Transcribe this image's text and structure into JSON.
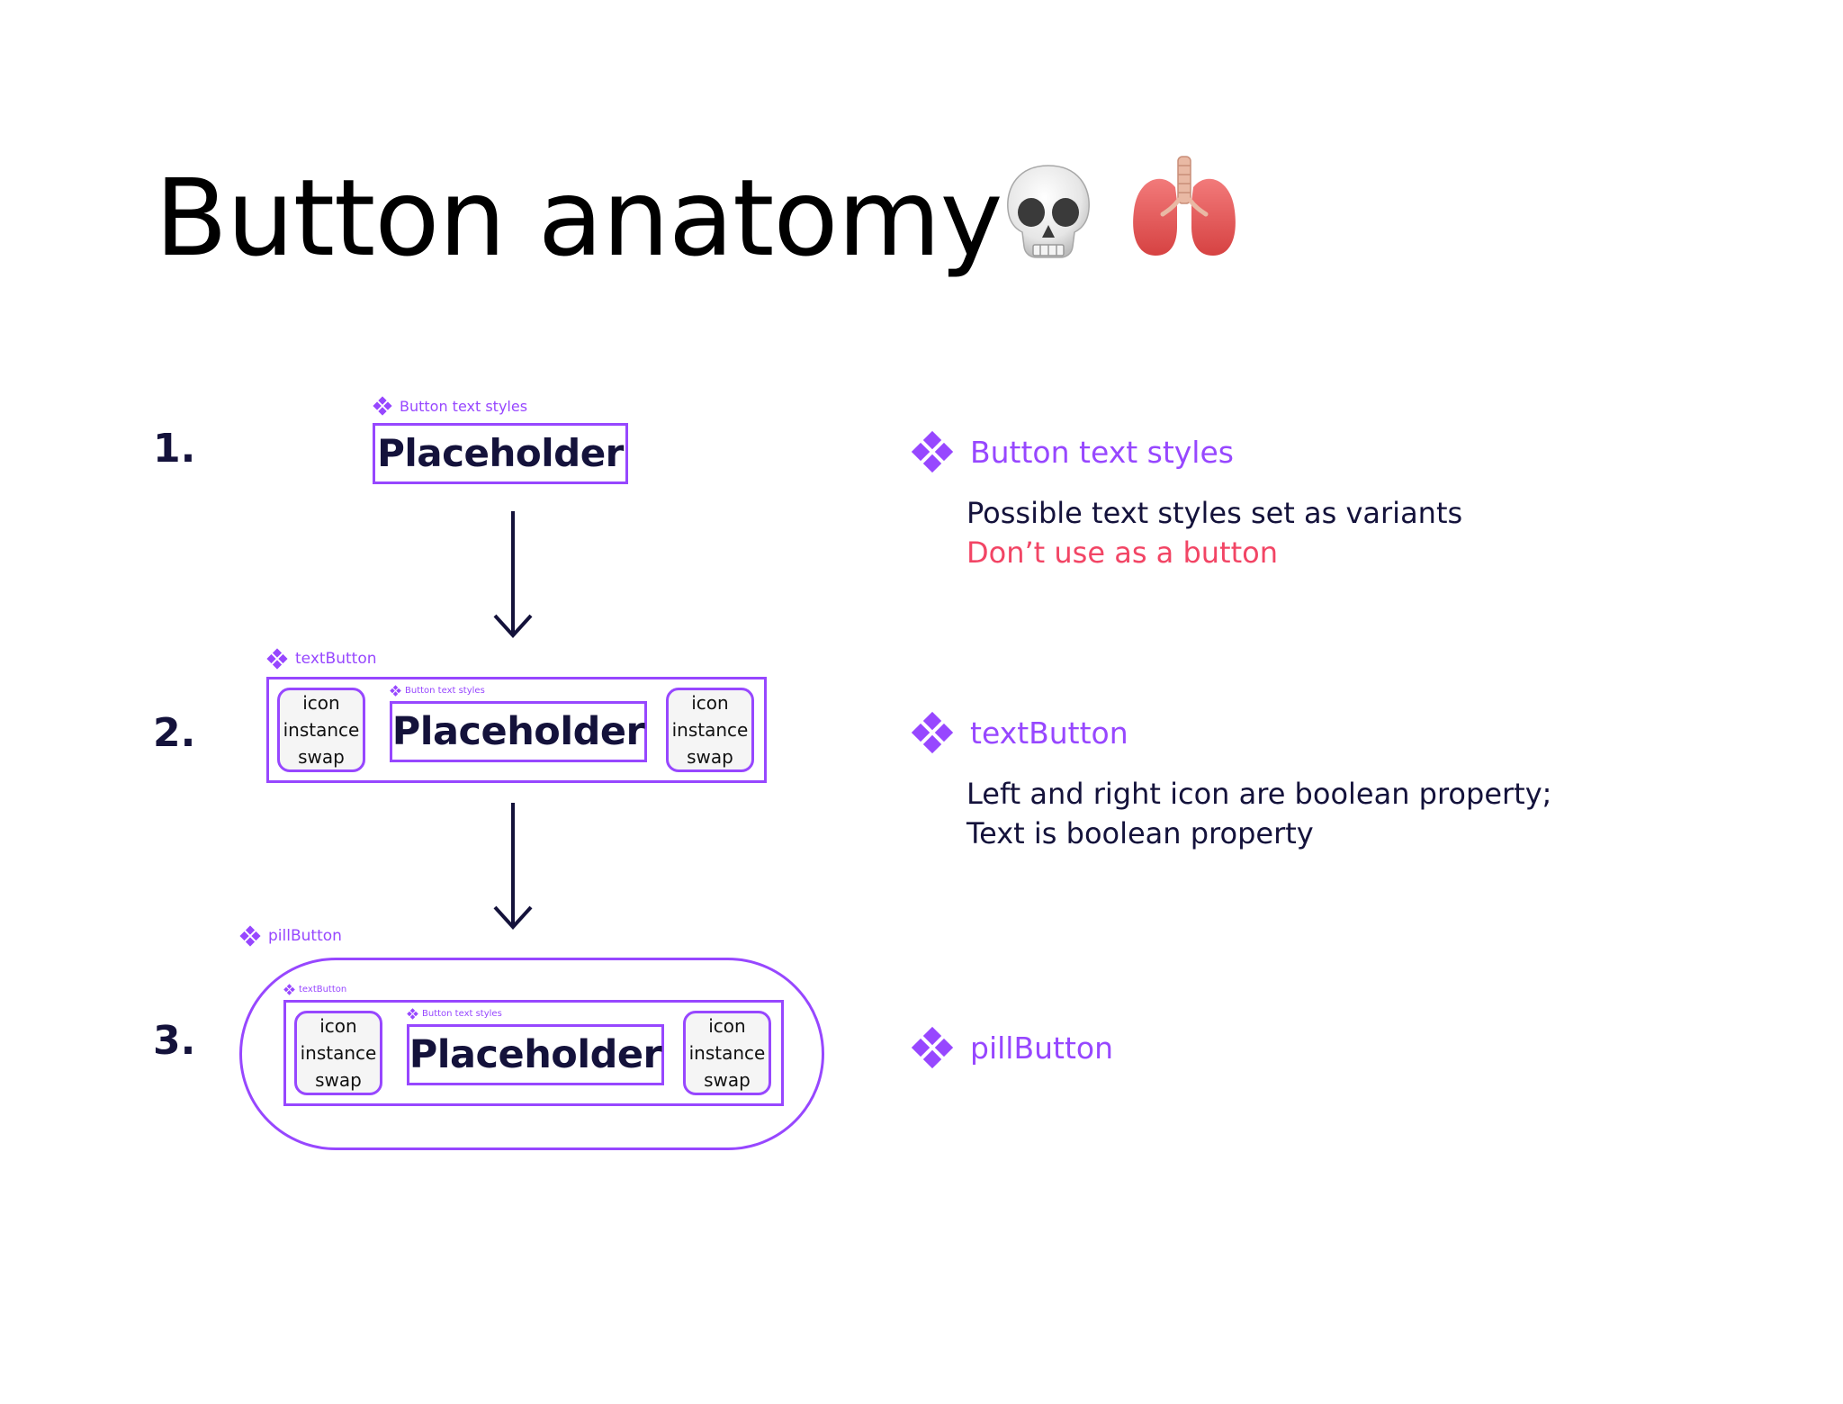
{
  "title": "Button anatomy",
  "steps": [
    "1.",
    "2.",
    "3."
  ],
  "components": {
    "button_text_styles": "Button text styles",
    "text_button": "textButton",
    "pill_button": "pillButton"
  },
  "placeholder": "Placeholder",
  "icon_swap": "icon\ninstance\nswap",
  "descriptions": {
    "item1": {
      "heading": "Button text styles",
      "line1": "Possible text styles set as variants",
      "line2": "Don’t use as a button"
    },
    "item2": {
      "heading": "textButton",
      "line1": "Left and right icon are boolean property;",
      "line2": "Text is boolean property"
    },
    "item3": {
      "heading": "pillButton"
    }
  },
  "colors": {
    "accent": "#9747ff",
    "text": "#14123b",
    "warning": "#f24565"
  },
  "icons": [
    "skull-emoji",
    "lungs-emoji",
    "component-icon",
    "arrow-down-icon"
  ]
}
